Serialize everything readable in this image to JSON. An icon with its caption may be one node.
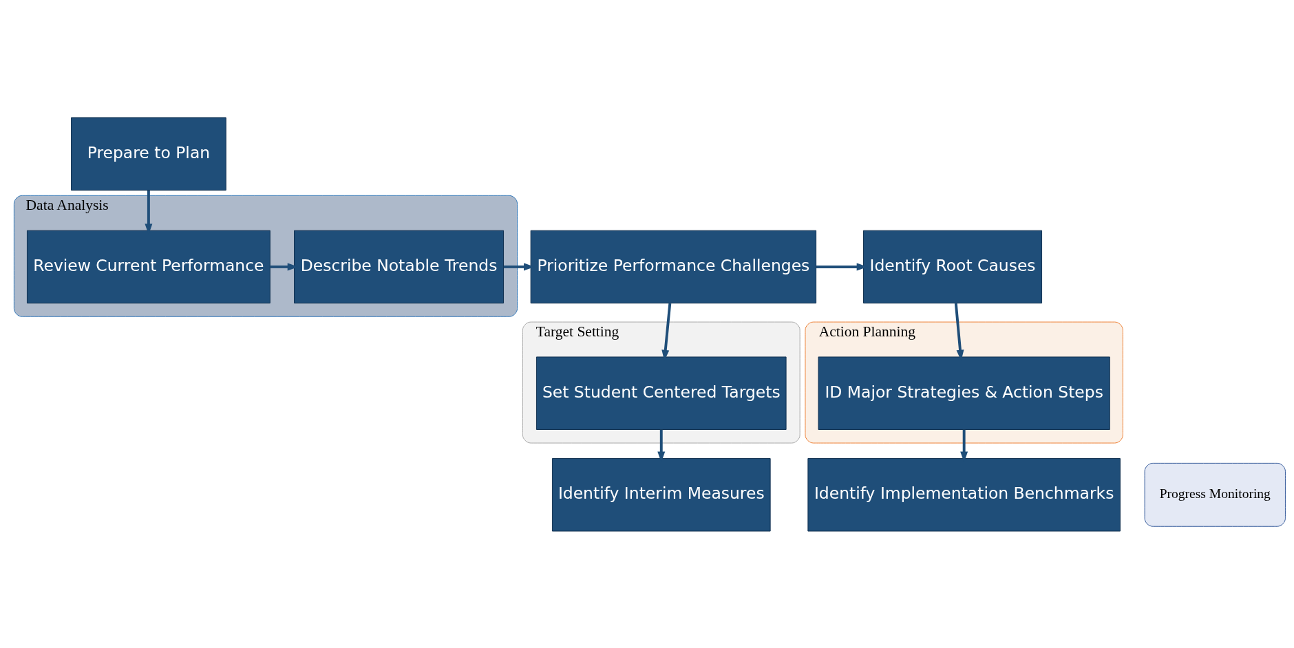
{
  "diagram": {
    "nodes": [
      {
        "text": [
          "Prepare to Plan"
        ]
      },
      {
        "text": [
          "Target Setting"
        ]
      },
      {
        "text": [
          "Action Planning"
        ]
      },
      {
        "text": [
          "Data Analysis"
        ]
      },
      {
        "text": [
          "Review Current Performance"
        ],
        "in": 3
      },
      {
        "text": [
          "Describe Notable Trends"
        ],
        "in": 3
      },
      {
        "text": [
          "Prioritize Performance Challenges"
        ]
      },
      {
        "text": [
          "Identify Root Causes"
        ]
      },
      {
        "text": [
          "Set Student Centered Targets"
        ],
        "in": 1
      },
      {
        "text": [
          "ID Major Strategies & Action Steps"
        ],
        "in": 2
      },
      {
        "text": [
          "Progress Monitoring"
        ]
      },
      {
        "text": [
          "Identify Interim Measures"
        ]
      },
      {
        "text": [
          "Identify Implementation Benchmarks"
        ]
      }
    ],
    "edges": [
      {
        "from": 0,
        "to": 4,
        "arrow": "to"
      },
      {
        "from": 4,
        "to": 5,
        "arrow": "to"
      },
      {
        "from": 5,
        "to": 6,
        "arrow": "to"
      },
      {
        "from": 6,
        "to": 7,
        "arrow": "to"
      },
      {
        "from": 6,
        "to": 8,
        "arrow": "to"
      },
      {
        "from": 7,
        "to": 9,
        "arrow": "to"
      },
      {
        "from": 8,
        "to": 11,
        "arrow": "to"
      },
      {
        "from": 9,
        "to": 12,
        "arrow": "to"
      }
    ]
  }
}
